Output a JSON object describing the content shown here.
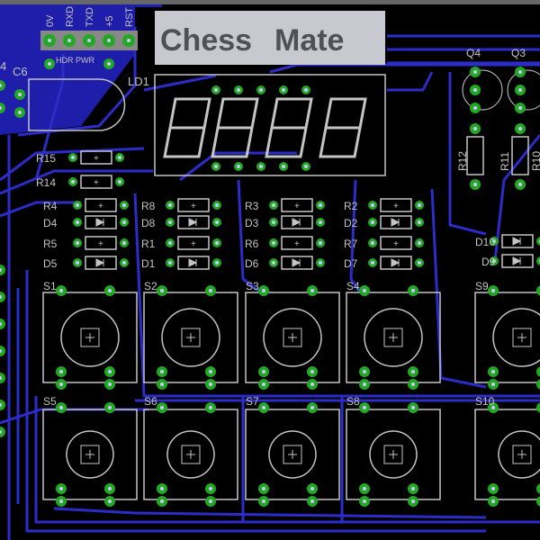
{
  "colors": {
    "background": "#000000",
    "copper": "#2c2cc8",
    "pad": "#22a822",
    "silkscreen": "#c4c4c4",
    "logo_bg": "#c8c8d0",
    "logo_text": "#50505a"
  },
  "logo": {
    "text_left": "Chess",
    "text_right": "Mate"
  },
  "header": {
    "pins": [
      "0V",
      "RXD",
      "TXD",
      "+5",
      "RST"
    ],
    "label": "HDR PWR"
  },
  "labels": {
    "c6": "C6",
    "ld1": "LD1",
    "q4": "Q4",
    "q3": "Q3",
    "r12": "R12",
    "r11": "R11",
    "r10": "R10",
    "r15": "R15",
    "r14": "R14",
    "col1": [
      "R4",
      "D4",
      "R5",
      "D5"
    ],
    "col2": [
      "R8",
      "D8",
      "R1",
      "D1"
    ],
    "col3": [
      "R3",
      "D3",
      "R6",
      "D6"
    ],
    "col4": [
      "R2",
      "D2",
      "R7",
      "D7"
    ],
    "d10": "D10",
    "d9": "D9",
    "switches_top": [
      "S1",
      "S2",
      "S3",
      "S4",
      "S9"
    ],
    "switches_bottom": [
      "S5",
      "S6",
      "S7",
      "S8",
      "S10"
    ],
    "partial_left": "4"
  }
}
